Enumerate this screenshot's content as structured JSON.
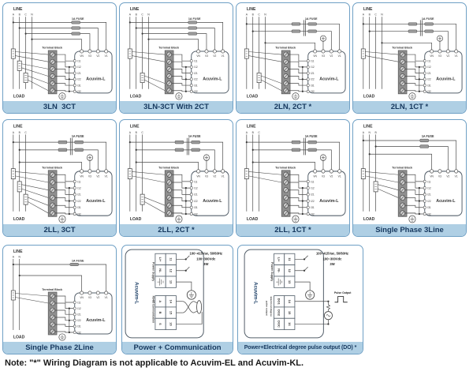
{
  "note": "Note: \"*\" Wiring Diagram is not applicable to Acuvim-EL and Acuvim-KL.",
  "colors": {
    "panel_border": "#6fa0c5",
    "title_bar_bg": "#afcfe4",
    "title_text": "#16385e",
    "wire": "#4a4a4a",
    "device_text": "#1c3f66",
    "terminal_block_fill": "#8f8f8f"
  },
  "icons": {
    "ground": "earth-ground-icon",
    "fuse": "fuse-icon",
    "ct": "current-transformer-icon",
    "twisted_pair": "twisted-pair-cable-icon",
    "pulse_wave": "pulse-waveform-icon",
    "screw_terminal": "screw-terminal-icon"
  },
  "shared": {
    "line_label": "LINE",
    "load_label": "LOAD",
    "fuse_label": "1A FUSE",
    "terminal_block_label": "Terminal Block",
    "device_label": "Acuvim-L",
    "current_terminals": [
      "I11",
      "I12",
      "I21",
      "I22",
      "I31",
      "I32"
    ],
    "voltage_terminals": [
      "VN",
      "V3",
      "V2",
      "V1"
    ]
  },
  "panels": [
    {
      "title": "3LN  3CT",
      "phases": [
        "A",
        "B",
        "C",
        "N"
      ],
      "style": "s3",
      "cts": [
        [
          0,
          0
        ],
        [
          1,
          1
        ],
        [
          2,
          2
        ]
      ],
      "vn": 3
    },
    {
      "title": "3LN-3CT With 2CT",
      "phases": [
        "A",
        "B",
        "C",
        "N"
      ],
      "style": "s3",
      "cts": [
        [
          0,
          0
        ],
        [
          2,
          2
        ]
      ],
      "vn": 3
    },
    {
      "title": "2LN, 2CT *",
      "phases": [
        "A",
        "B",
        "C",
        "N"
      ],
      "style": "q",
      "cts": [
        [
          0,
          0
        ],
        [
          2,
          2
        ]
      ],
      "vn": 3
    },
    {
      "title": "2LN, 1CT *",
      "phases": [
        "A",
        "B",
        "C",
        "N"
      ],
      "style": "q",
      "cts": [
        [
          0,
          0
        ]
      ],
      "vn": 3
    },
    {
      "title": "2LL, 3CT",
      "phases": [
        "A",
        "B",
        "C"
      ],
      "style": "q",
      "cts": [
        [
          0,
          0
        ],
        [
          1,
          1
        ],
        [
          2,
          2
        ]
      ],
      "vn": 1
    },
    {
      "title": "2LL, 2CT *",
      "phases": [
        "A",
        "B",
        "C"
      ],
      "style": "q",
      "cts": [
        [
          0,
          0
        ],
        [
          2,
          2
        ]
      ],
      "vn": 1
    },
    {
      "title": "2LL, 1CT *",
      "phases": [
        "A",
        "B",
        "C"
      ],
      "style": "q",
      "cts": [
        [
          0,
          0
        ]
      ],
      "vn": 1
    },
    {
      "title": "Single Phase 3Line",
      "phases": [
        "A",
        "N",
        "B"
      ],
      "style": "s2",
      "cts": [
        [
          0,
          0
        ],
        [
          2,
          1
        ]
      ],
      "vn": 1
    },
    {
      "title": "Single Phase 2Line",
      "phases": [
        "A",
        "N"
      ],
      "style": "s1",
      "cts": [
        [
          0,
          0
        ]
      ],
      "vn": 1
    }
  ],
  "power_comm": {
    "title": "Power + Communication",
    "device_label": "Acuvim-L",
    "power_supply_label": "Power Supply",
    "comm_label": "RS485 Communication",
    "power_terminals": [
      {
        "label": "L/+",
        "num": "11"
      },
      {
        "label": "N/-",
        "num": "12"
      },
      {
        "icon": "earth-ground-icon",
        "num": "13"
      }
    ],
    "comm_terminals": [
      {
        "label": "A",
        "num": "14"
      },
      {
        "label": "B",
        "num": "15"
      },
      {
        "label": "S",
        "num": "16"
      }
    ],
    "ratings": [
      "100~415Vac, 50/60Hz",
      "100~300Vdc",
      "3W"
    ]
  },
  "do_output": {
    "title": "Power+Electrical degree pulse output (DO) *",
    "device_label": "Acuvim-L",
    "power_supply_label": "Power Supply",
    "do_label_line1": "Electrical degree",
    "do_label_line2": "pulse output",
    "power_terminals": [
      {
        "label": "L/+",
        "num": "11"
      },
      {
        "label": "N/-",
        "num": "12"
      },
      {
        "icon": "earth-ground-icon",
        "num": "13"
      }
    ],
    "do_terminals": [
      {
        "label": "DO1",
        "num": "14"
      },
      {
        "label": "DO2",
        "num": "15"
      },
      {
        "label": "DOC",
        "num": "16"
      }
    ],
    "ratings": [
      "100~415Vac, 50/60Hz",
      "100~300Vdc",
      "3W"
    ],
    "pulse_label": "Pulse Output"
  }
}
